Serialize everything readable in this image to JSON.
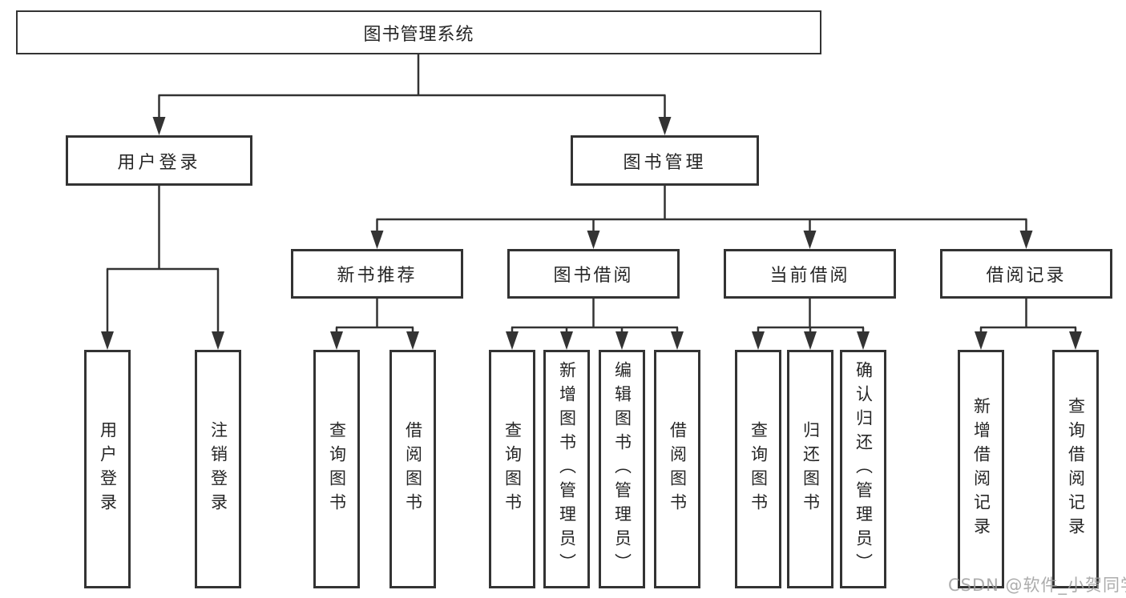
{
  "tree": {
    "root": {
      "label": "图书管理系统"
    },
    "branches": [
      {
        "label": "用户登录",
        "children": [
          {
            "label": "用户登录"
          },
          {
            "label": "注销登录"
          }
        ]
      },
      {
        "label": "图书管理",
        "children": [
          {
            "label": "新书推荐",
            "children": [
              {
                "label": "查询图书"
              },
              {
                "label": "借阅图书"
              }
            ]
          },
          {
            "label": "图书借阅",
            "children": [
              {
                "label": "查询图书"
              },
              {
                "label": "新增图书（管理员）"
              },
              {
                "label": "编辑图书（管理员）"
              },
              {
                "label": "借阅图书"
              }
            ]
          },
          {
            "label": "当前借阅",
            "children": [
              {
                "label": "查询图书"
              },
              {
                "label": "归还图书"
              },
              {
                "label": "确认归还（管理员）"
              }
            ]
          },
          {
            "label": "借阅记录",
            "children": [
              {
                "label": "新增借阅记录"
              },
              {
                "label": "查询借阅记录"
              }
            ]
          }
        ]
      }
    ]
  },
  "watermark": "CSDN @软件_小贺同学",
  "colors": {
    "line": "#333333",
    "border": "#333333",
    "text": "#262626",
    "watermark": "#9e9e9e",
    "background": "#ffffff"
  }
}
